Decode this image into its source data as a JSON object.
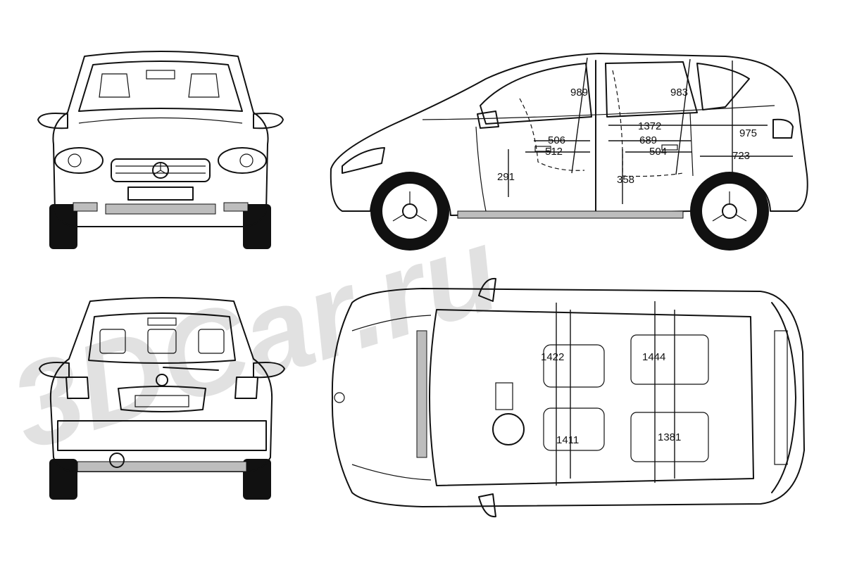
{
  "watermark": "3DCar.ru",
  "dimensions": {
    "side": {
      "d989": "989",
      "d983": "983",
      "d1372": "1372",
      "d975": "975",
      "d506": "506",
      "d689": "689",
      "d512": "512",
      "d504": "504",
      "d723": "723",
      "d291": "291",
      "d358": "358"
    },
    "top": {
      "d1422": "1422",
      "d1444": "1444",
      "d1411": "1411",
      "d1381": "1381"
    }
  }
}
